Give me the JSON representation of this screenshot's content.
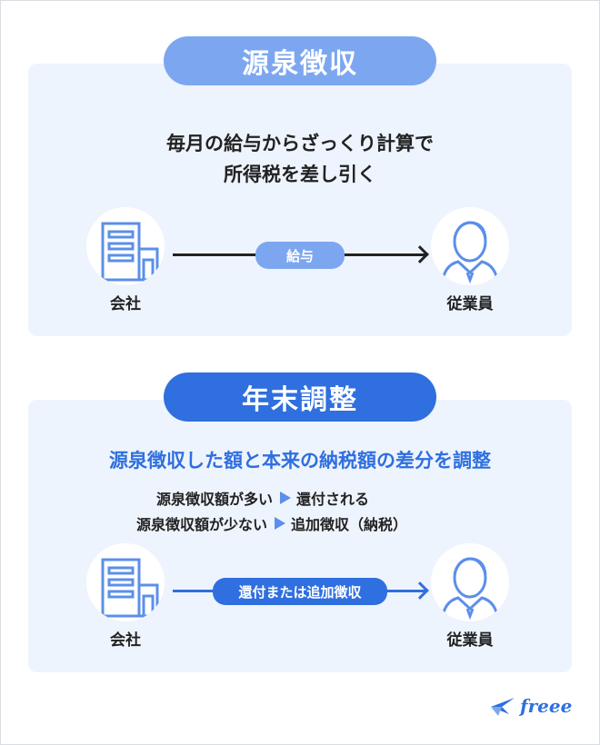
{
  "section1": {
    "title": "源泉徴収",
    "lead_line1": "毎月の給与からざっくり計算で",
    "lead_line2": "所得税を差し引く",
    "arrow_label": "給与",
    "left_caption": "会社",
    "right_caption": "従業員"
  },
  "section2": {
    "title": "年末調整",
    "lead": "源泉徴収した額と本来の納税額の差分を調整",
    "conditions": [
      {
        "if": "源泉徴収額が多い",
        "then": "還付される"
      },
      {
        "if": "源泉徴収額が少ない",
        "then": "追加徴収（納税）"
      }
    ],
    "arrow_label": "還付または追加徴収",
    "left_caption": "会社",
    "right_caption": "従業員"
  },
  "logo": {
    "text": "freee"
  },
  "colors": {
    "panel_bg": "#eef4fd",
    "light_blue": "#7ca7f0",
    "dark_blue": "#2f6fdf",
    "icon_blue": "#5b8fea"
  }
}
